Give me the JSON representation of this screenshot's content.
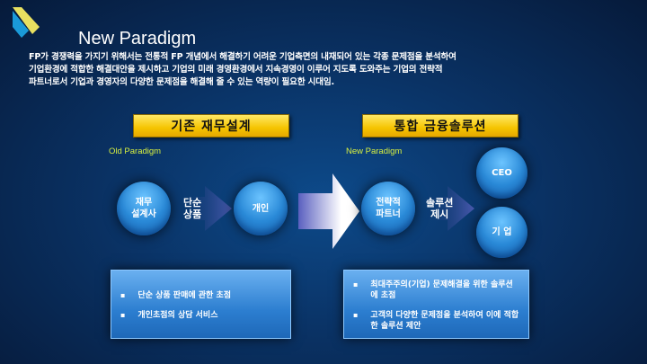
{
  "header": {
    "title": "New Paradigm",
    "logo_icon": "logo-icon"
  },
  "intro": {
    "lines": [
      "FP가 경쟁력을 가지기 위해서는 전통적 FP 개념에서 해결하기 어려운 기업측면의 내재되어 있는 각종 문제점을 분석하여",
      "기업환경에 적합한 해결대안을 제시하고 기업의 미래 경영환경에서 지속경영이 이루어 지도록 도와주는 기업의 전략적",
      "파트너로서 기업과 경영자의 다양한 문제점을 해결해 줄 수 있는 역량이 필요한  시대임."
    ]
  },
  "old": {
    "heading": "기존 재무설계",
    "label": "Old Paradigm",
    "from": "재무\n설계사",
    "arrow": "단순\n상품",
    "to": "개인",
    "bullets": [
      "단순 상품 판매에 관한 초점",
      "개인초점의 상담 서비스"
    ]
  },
  "new": {
    "heading": "통합 금융솔루션",
    "label": "New Paradigm",
    "from": "전략적\n파트너",
    "arrow": "솔루션\n제시",
    "to": [
      "CEO",
      "기 업"
    ],
    "bullets": [
      "최대주주의(기업) 문제해결을 위한  솔루션 에 초점",
      "고객의 다양한 문제점을 분석하여  이에 적합한 솔루션 제안"
    ]
  },
  "colors": {
    "heading_yellow": "#f5c400",
    "paradigm_label": "#d8f040",
    "circle": "#2a8ad8"
  }
}
